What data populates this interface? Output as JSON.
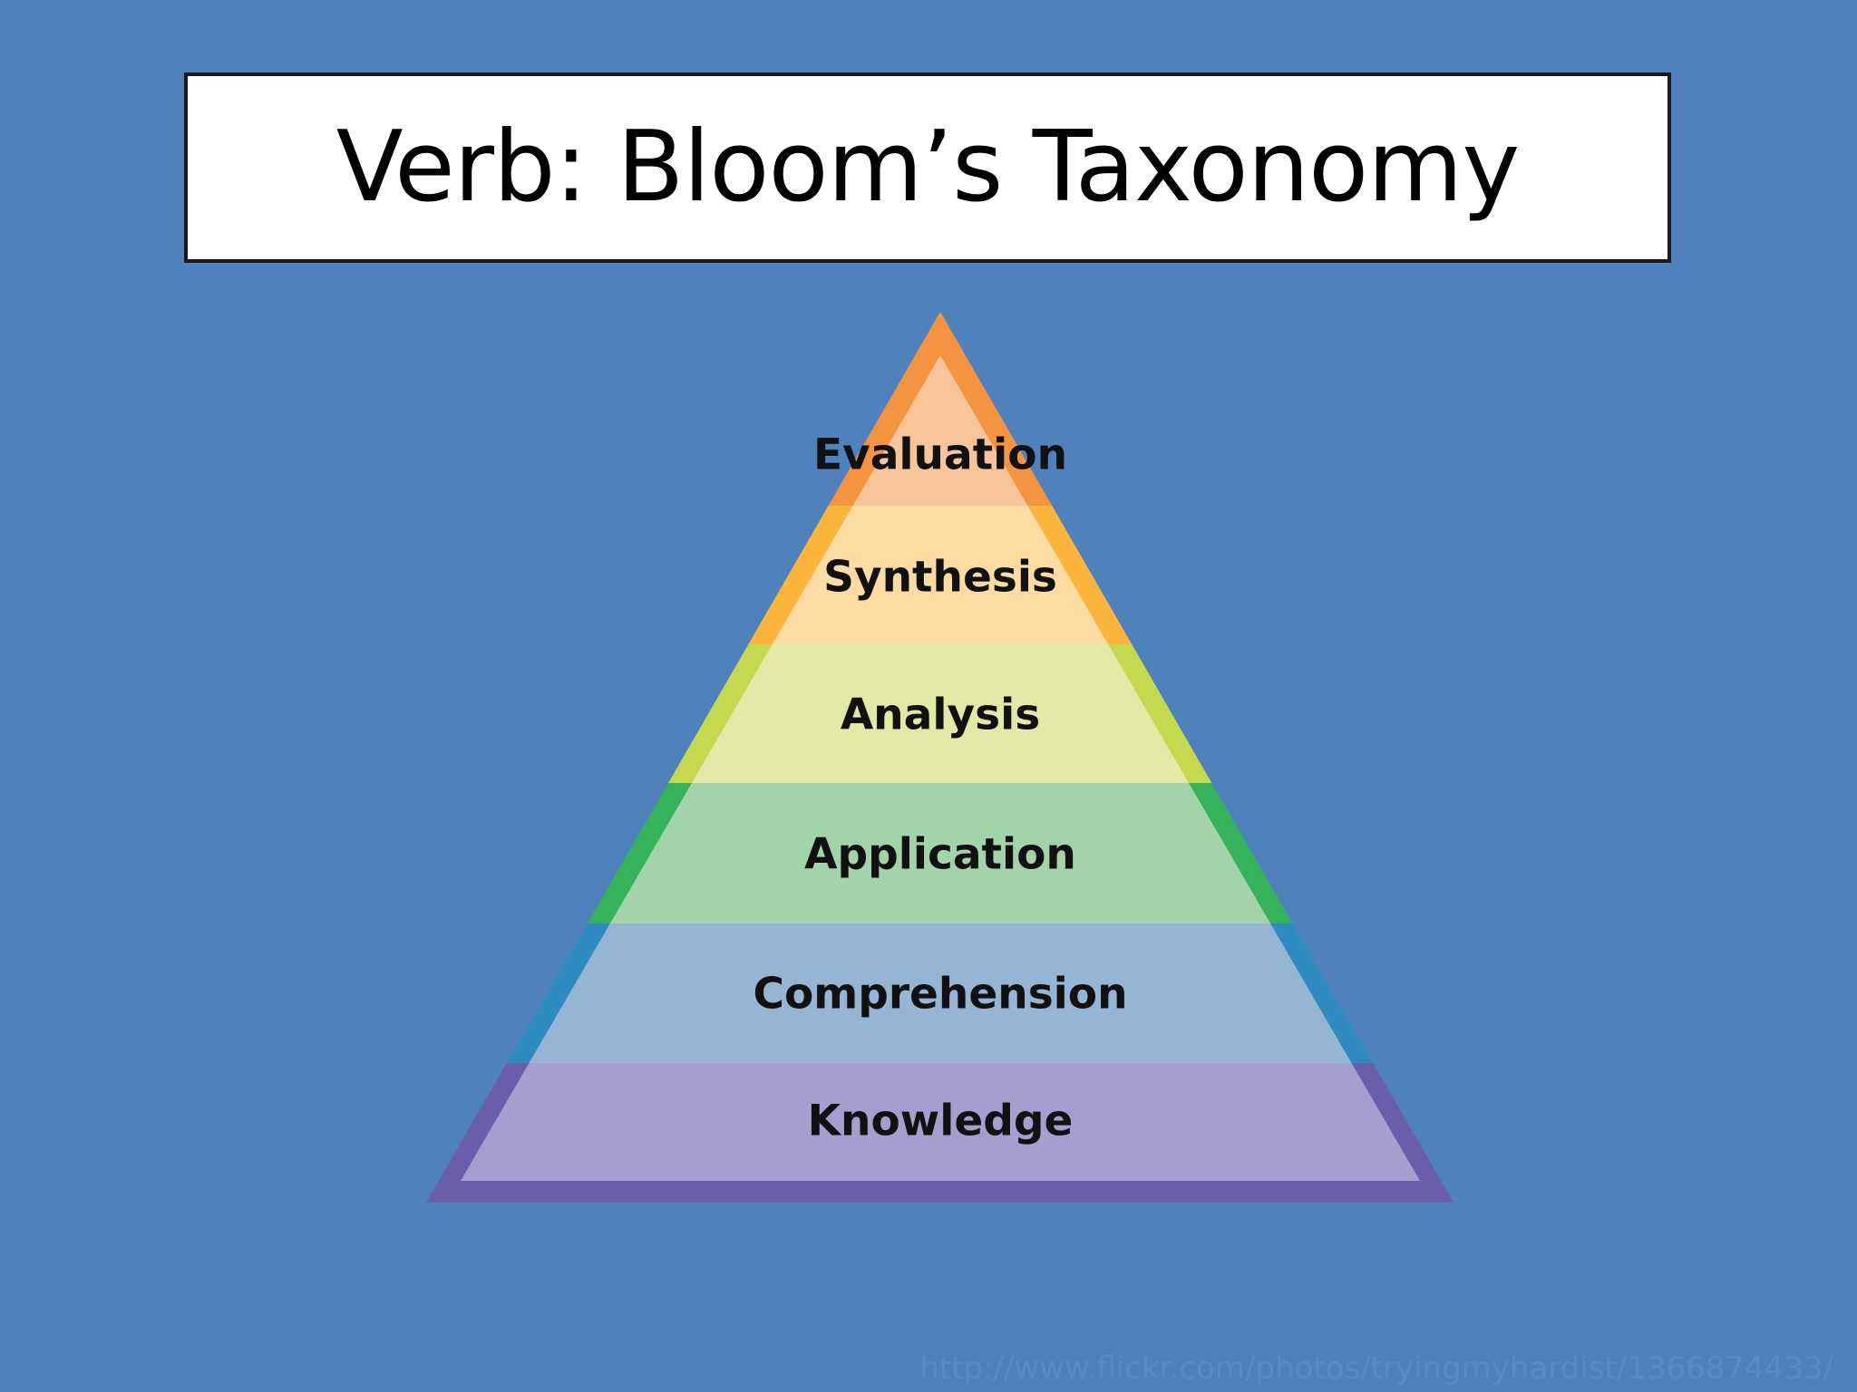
{
  "slide": {
    "title": "Verb: Bloom’s Taxonomy",
    "background_color": "#4f81bd",
    "credit_url": "http://www.flickr.com/photos/tryingmyhardist/1366874433/"
  },
  "pyramid": {
    "levels": [
      {
        "label": "Evaluation",
        "border_color": "#f59440",
        "fill_color": "#f8c49a"
      },
      {
        "label": "Synthesis",
        "border_color": "#fbb53d",
        "fill_color": "#fddca4"
      },
      {
        "label": "Analysis",
        "border_color": "#c4d94e",
        "fill_color": "#e2e9a6"
      },
      {
        "label": "Application",
        "border_color": "#35b35a",
        "fill_color": "#a3d3a8"
      },
      {
        "label": "Comprehension",
        "border_color": "#2e8bbf",
        "fill_color": "#96b5d4"
      },
      {
        "label": "Knowledge",
        "border_color": "#6a5dac",
        "fill_color": "#a79ed0"
      }
    ]
  }
}
